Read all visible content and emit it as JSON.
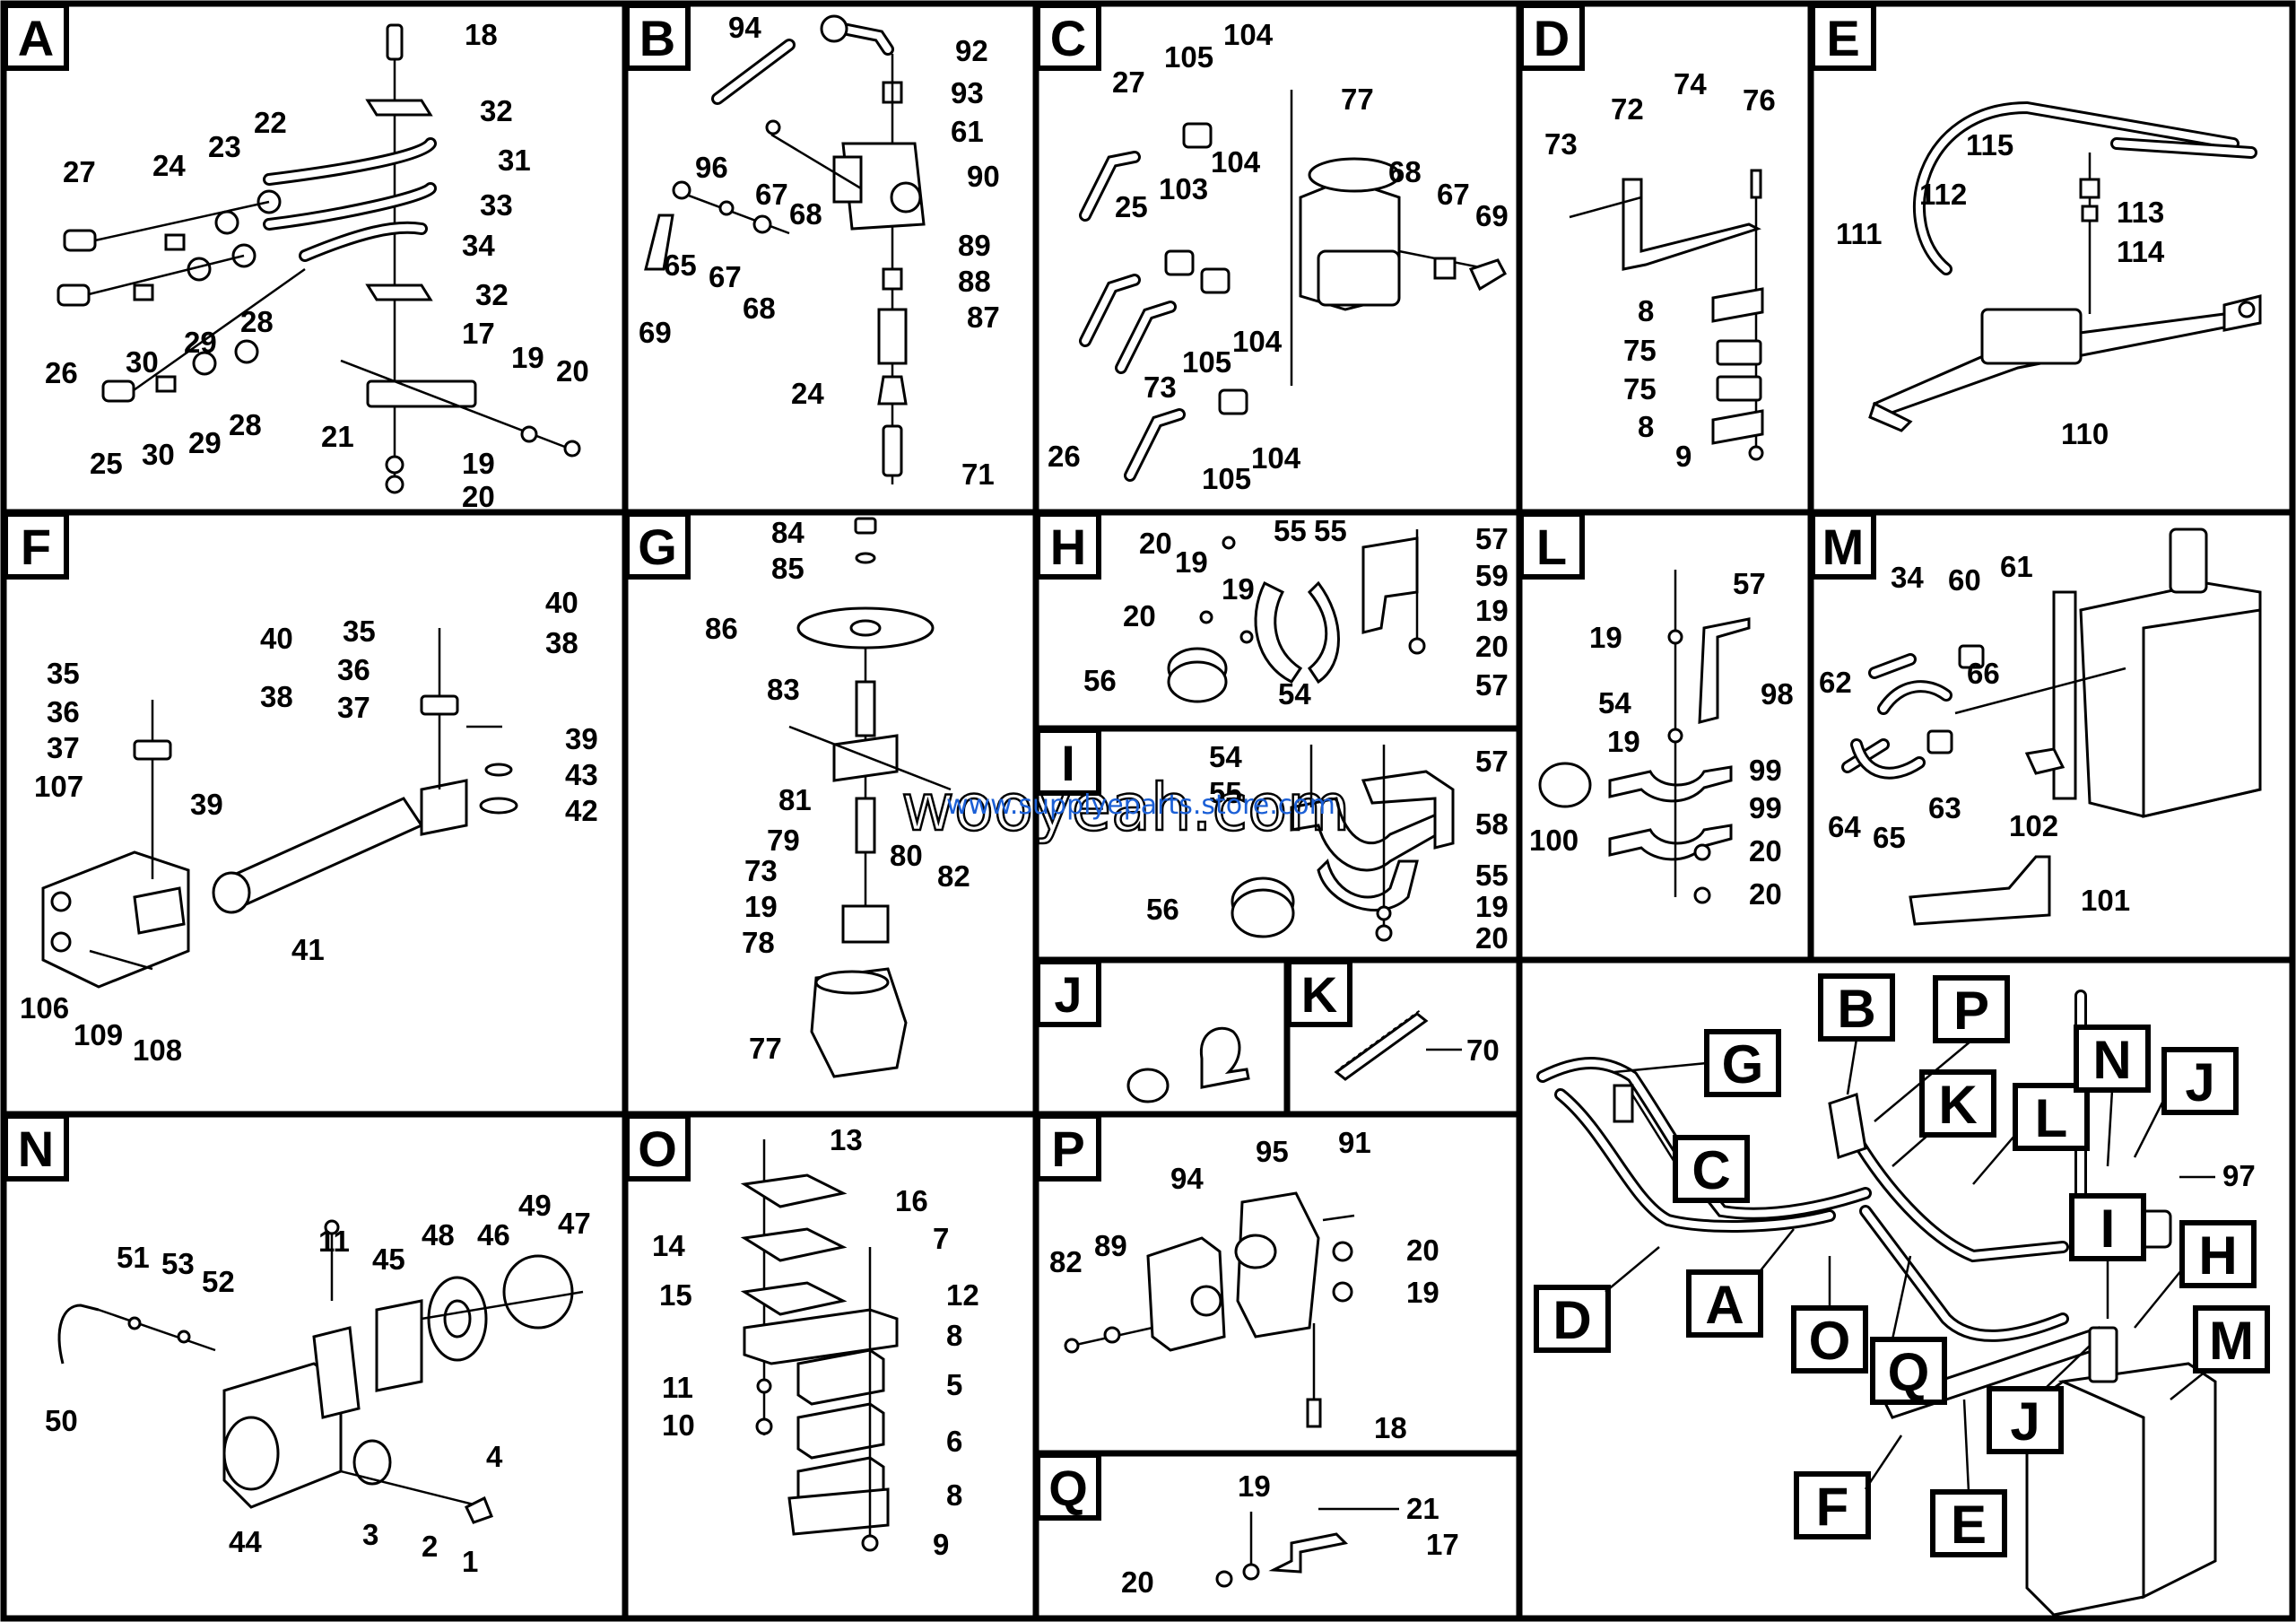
{
  "panels": {
    "A": {
      "letter": "A",
      "callouts": [
        "18",
        "32",
        "31",
        "22",
        "23",
        "24",
        "27",
        "33",
        "34",
        "28",
        "29",
        "30",
        "26",
        "32",
        "17",
        "19",
        "20",
        "21",
        "28",
        "29",
        "30",
        "25",
        "19",
        "20"
      ]
    },
    "B": {
      "letter": "B",
      "callouts": [
        "94",
        "92",
        "93",
        "61",
        "90",
        "96",
        "67",
        "68",
        "89",
        "88",
        "87",
        "65",
        "67",
        "68",
        "69",
        "24",
        "71"
      ]
    },
    "C": {
      "letter": "C",
      "callouts": [
        "105",
        "104",
        "27",
        "77",
        "104",
        "68",
        "67",
        "69",
        "25",
        "103",
        "73",
        "105",
        "104",
        "26",
        "105",
        "104"
      ]
    },
    "D": {
      "letter": "D",
      "callouts": [
        "72",
        "74",
        "76",
        "73",
        "8",
        "75",
        "75",
        "8",
        "9"
      ]
    },
    "E": {
      "letter": "E",
      "callouts": [
        "115",
        "112",
        "113",
        "111",
        "114",
        "110"
      ]
    },
    "F": {
      "letter": "F",
      "callouts": [
        "40",
        "35",
        "38",
        "36",
        "37",
        "39",
        "40",
        "35",
        "38",
        "36",
        "37",
        "107",
        "39",
        "43",
        "42",
        "41",
        "106",
        "109",
        "108"
      ]
    },
    "G": {
      "letter": "G",
      "callouts": [
        "84",
        "85",
        "86",
        "83",
        "81",
        "79",
        "80",
        "82",
        "73",
        "19",
        "78",
        "77"
      ]
    },
    "H": {
      "letter": "H",
      "callouts": [
        "20",
        "55",
        "55",
        "57",
        "19",
        "59",
        "19",
        "19",
        "20",
        "20",
        "56",
        "54",
        "57"
      ]
    },
    "I": {
      "letter": "I",
      "callouts": [
        "54",
        "57",
        "55",
        "58",
        "56",
        "55",
        "19",
        "20"
      ]
    },
    "J": {
      "letter": "J",
      "callouts": []
    },
    "K": {
      "letter": "K",
      "callouts": [
        "70"
      ]
    },
    "L": {
      "letter": "L",
      "callouts": [
        "57",
        "19",
        "54",
        "98",
        "19",
        "99",
        "100",
        "99",
        "20",
        "20"
      ]
    },
    "M": {
      "letter": "M",
      "callouts": [
        "34",
        "60",
        "61",
        "62",
        "66",
        "64",
        "65",
        "63",
        "102",
        "101"
      ]
    },
    "N": {
      "letter": "N",
      "callouts": [
        "11",
        "48",
        "46",
        "49",
        "47",
        "51",
        "53",
        "52",
        "45",
        "50",
        "4",
        "44",
        "3",
        "2",
        "1"
      ]
    },
    "O": {
      "letter": "O",
      "callouts": [
        "13",
        "16",
        "7",
        "14",
        "12",
        "15",
        "8",
        "5",
        "11",
        "10",
        "6",
        "8",
        "9"
      ]
    },
    "P": {
      "letter": "P",
      "callouts": [
        "94",
        "95",
        "91",
        "82",
        "89",
        "20",
        "19",
        "18"
      ]
    },
    "Q": {
      "letter": "Q",
      "callouts": [
        "19",
        "21",
        "17",
        "20"
      ]
    }
  },
  "overview": {
    "keys": [
      "B",
      "P",
      "G",
      "K",
      "L",
      "N",
      "J",
      "C",
      "97",
      "D",
      "A",
      "O",
      "Q",
      "I",
      "H",
      "J",
      "M",
      "F",
      "E"
    ]
  },
  "watermark": {
    "text": "wooyeah.com",
    "url": "www.supplyeparts.store.com"
  }
}
